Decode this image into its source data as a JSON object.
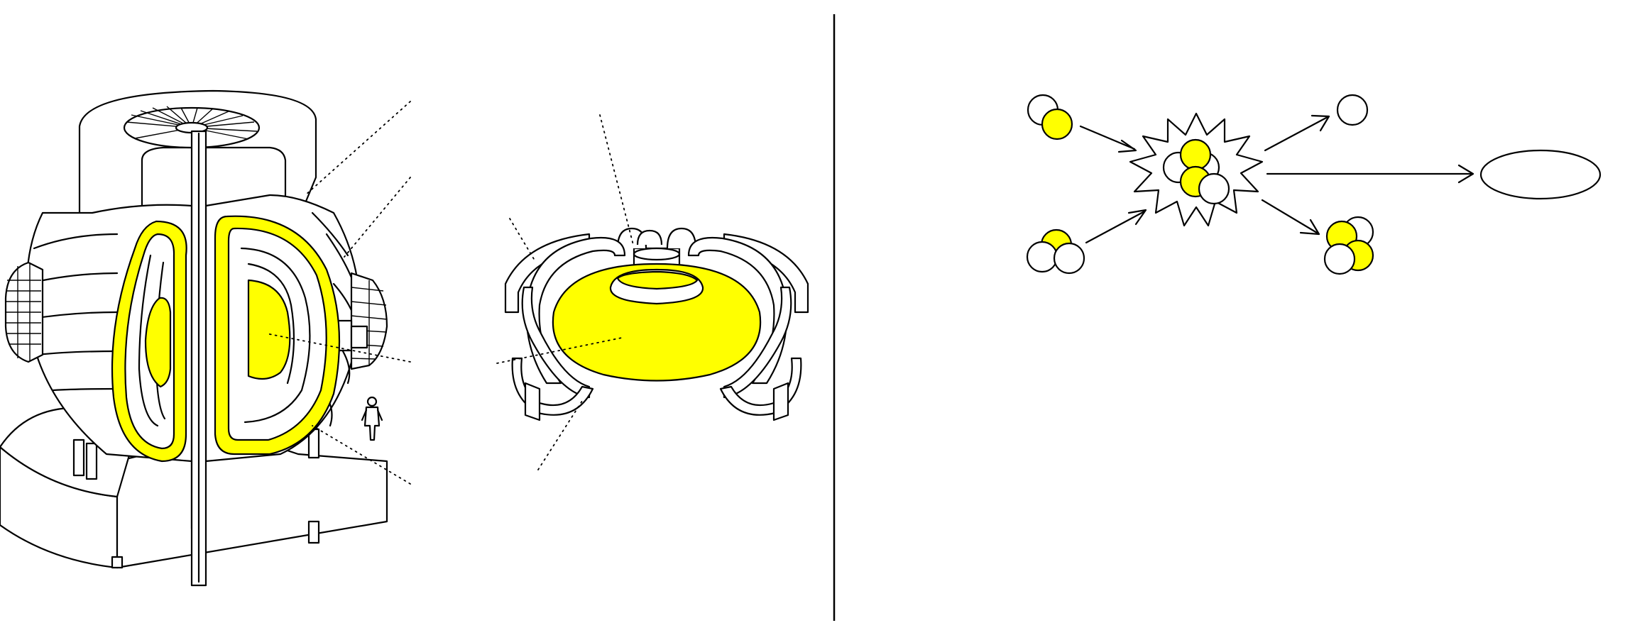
{
  "figure": {
    "highlight_color": "#FFFF00",
    "line_color": "#000000",
    "background": "#FFFFFF",
    "panels": [
      {
        "name": "tokamak-cutaway",
        "icon": "tokamak-reactor-icon"
      },
      {
        "name": "magnetic-coils-and-plasma",
        "icon": "toroidal-coils-icon"
      },
      {
        "name": "fusion-reaction",
        "icon": "deuterium-tritium-fusion-icon"
      }
    ],
    "reaction_particles": [
      {
        "name": "deuterium",
        "protons": 1,
        "neutrons": 1
      },
      {
        "name": "tritium",
        "protons": 1,
        "neutrons": 2
      },
      {
        "name": "neutron",
        "protons": 0,
        "neutrons": 1
      },
      {
        "name": "helium-4",
        "protons": 2,
        "neutrons": 2
      }
    ]
  }
}
